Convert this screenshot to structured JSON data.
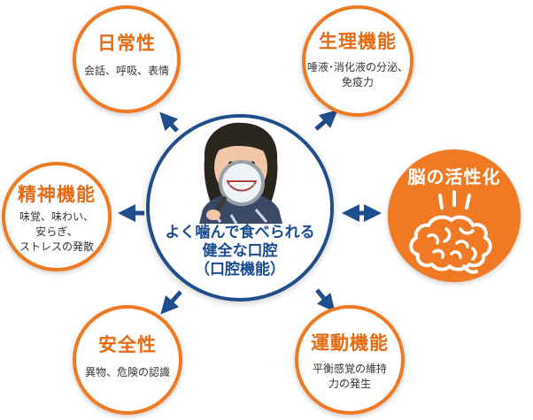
{
  "center": {
    "label": "よく噛んで食べられる\n健全な口腔\n（口腔機能）",
    "image": "child-with-magnifying-glass"
  },
  "nodes": {
    "daily": {
      "title": "日常性",
      "desc": "会話、呼吸、表情"
    },
    "physio": {
      "title": "生理機能",
      "desc": "唾液･消化液の分泌、\n免疫力"
    },
    "mental": {
      "title": "精神機能",
      "desc": "味覚、味わい、\n安らぎ、\nストレスの発散"
    },
    "brain": {
      "title": "脳の活性化",
      "icon": "brain-icon"
    },
    "safety": {
      "title": "安全性",
      "desc": "異物、危険の認識"
    },
    "motor": {
      "title": "運動機能",
      "desc": "平衡感覚の維持\n力の発生"
    }
  },
  "colors": {
    "orange": "#f07a24",
    "orange_text": "#ea6a12",
    "navy": "#1f4e8c"
  }
}
